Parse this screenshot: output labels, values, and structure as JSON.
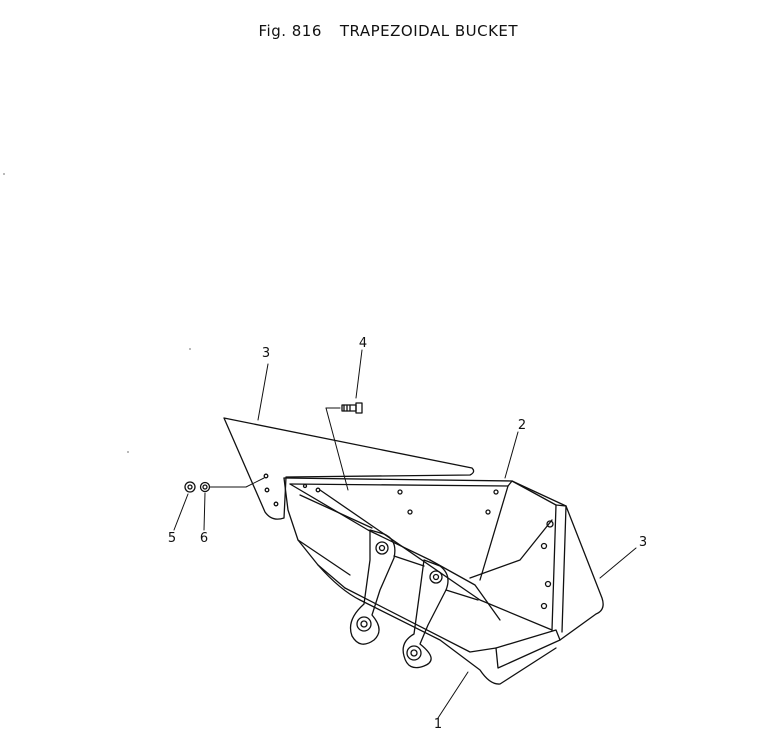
{
  "figure": {
    "number": "Fig. 816",
    "title": "TRAPEZOIDAL BUCKET"
  },
  "callouts": [
    {
      "id": "c1",
      "label": "1"
    },
    {
      "id": "c2",
      "label": "2"
    },
    {
      "id": "c3a",
      "label": "3"
    },
    {
      "id": "c3b",
      "label": "3"
    },
    {
      "id": "c4",
      "label": "4"
    },
    {
      "id": "c5",
      "label": "5"
    },
    {
      "id": "c6",
      "label": "6"
    }
  ],
  "colors": {
    "ink": "#111111",
    "paper": "#ffffff"
  }
}
